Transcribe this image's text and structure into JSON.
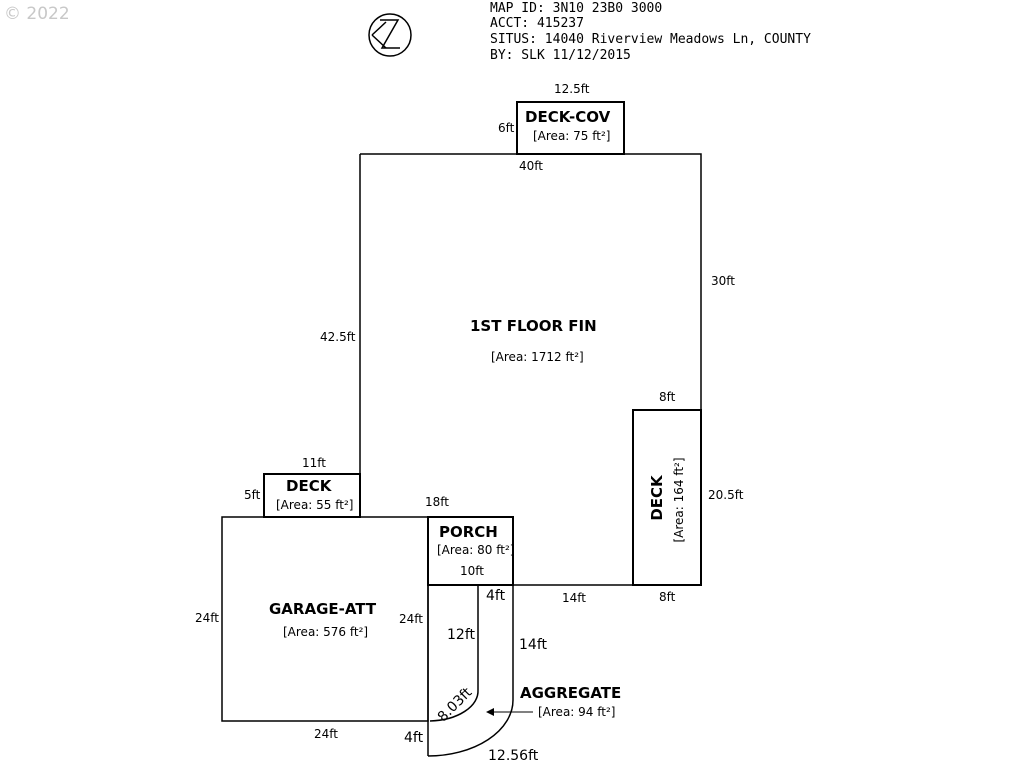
{
  "copyright": "© 2022",
  "header": {
    "map_id": "MAP ID: 3N10 23B0 3000",
    "acct": "ACCT: 415237",
    "situs": "SITUS: 14040 Riverview Meadows Ln, COUNTY",
    "by": "BY: SLK 11/12/2015"
  },
  "areas": {
    "deck_cov": {
      "label": "DECK-COV",
      "area": "[Area: 75 ft²]"
    },
    "first_floor": {
      "label": "1ST FLOOR FIN",
      "area": "[Area: 1712 ft²]"
    },
    "deck_left": {
      "label": "DECK",
      "area": "[Area: 55 ft²]"
    },
    "porch": {
      "label": "PORCH",
      "area": "[Area: 80 ft²]"
    },
    "garage": {
      "label": "GARAGE-ATT",
      "area": "[Area: 576 ft²]"
    },
    "deck_right": {
      "label": "DECK",
      "area": "[Area: 164 ft²]"
    },
    "aggregate": {
      "label": "AGGREGATE",
      "area": "[Area: 94 ft²]"
    }
  },
  "dims": {
    "deck_cov_w": "12.5ft",
    "deck_cov_h": "6ft",
    "floor_top": "40ft",
    "floor_right": "30ft",
    "floor_left": "42.5ft",
    "deck_right_top": "8ft",
    "deck_right_side": "20.5ft",
    "deck_right_bottom": "8ft",
    "floor_bottom": "14ft",
    "deck_left_w": "11ft",
    "deck_left_h": "5ft",
    "porch_top": "18ft",
    "porch_bottom": "10ft",
    "agg_top": "4ft",
    "agg_inner": "12ft",
    "agg_right": "14ft",
    "agg_arc_inner": "8.03ft",
    "agg_bottom": "4ft",
    "agg_arc_outer": "12.56ft",
    "garage_left": "24ft",
    "garage_right": "24ft",
    "garage_bottom": "24ft"
  }
}
